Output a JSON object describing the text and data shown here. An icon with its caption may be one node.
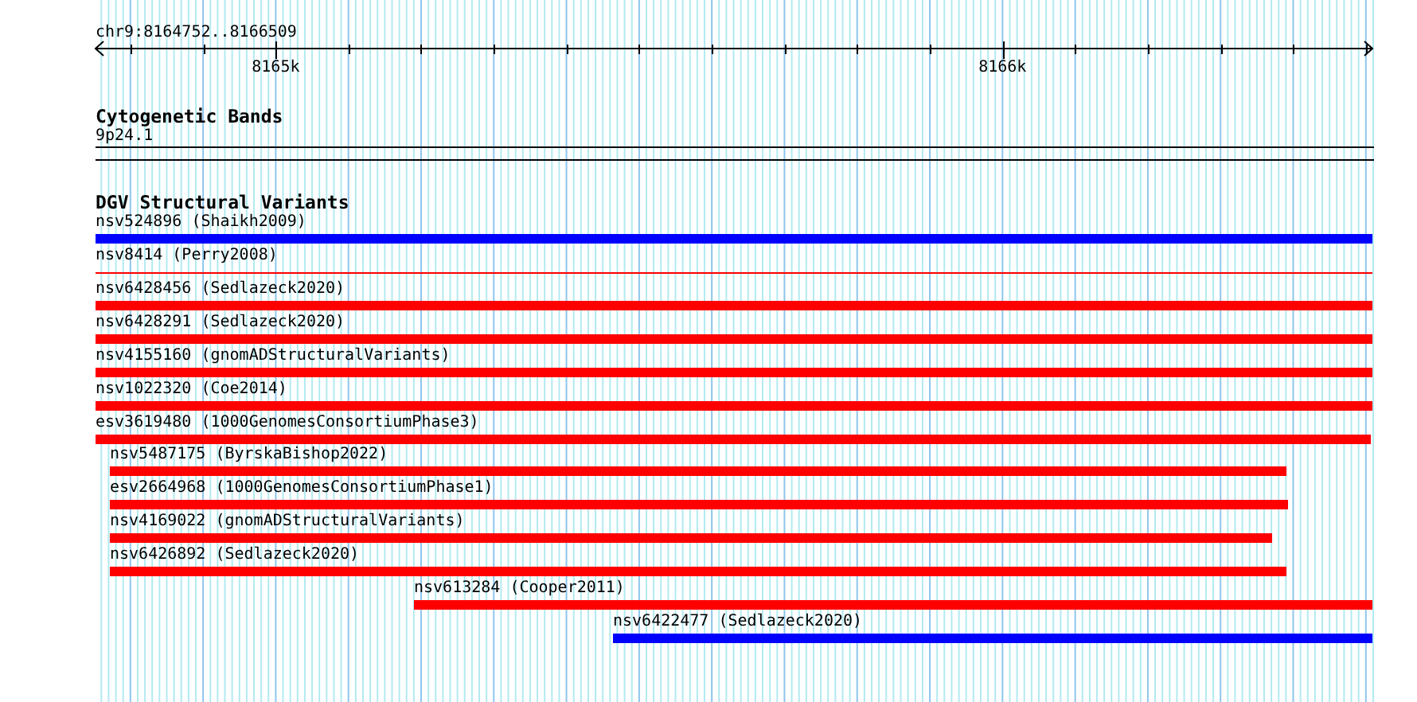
{
  "diagram": {
    "title": "chr9:8164752..8166509",
    "nodes": [
      {
        "text": [
          "Cytogenetic Bands"
        ]
      },
      {
        "text": [
          "9p24.1"
        ],
        "in": 0
      },
      {
        "text": [
          "DGV Structural Variants"
        ]
      },
      {
        "text": [
          "nsv524896 (Shaikh2009)"
        ],
        "in": 2
      },
      {
        "text": [
          "nsv8414 (Perry2008)"
        ],
        "in": 2
      },
      {
        "text": [
          "nsv6428456 (Sedlazeck2020)"
        ],
        "in": 2
      },
      {
        "text": [
          "nsv6428291 (Sedlazeck2020)"
        ],
        "in": 2
      },
      {
        "text": [
          "nsv4155160 (gnomADStructuralVariants)"
        ],
        "in": 2
      },
      {
        "text": [
          "nsv1022320 (Coe2014)"
        ],
        "in": 2
      },
      {
        "text": [
          "esv3619480 (1000GenomesConsortiumPhase3)"
        ],
        "in": 2
      },
      {
        "text": [
          "nsv5487175 (ByrskaBishop2022)"
        ],
        "in": 2
      },
      {
        "text": [
          "esv2664968 (1000GenomesConsortiumPhase1)"
        ],
        "in": 2
      },
      {
        "text": [
          "nsv4169022 (gnomADStructuralVariants)"
        ],
        "in": 2
      },
      {
        "text": [
          "nsv6426892 (Sedlazeck2020)"
        ],
        "in": 2
      },
      {
        "text": [
          "nsv613284 (Cooper2011)"
        ],
        "in": 2
      },
      {
        "text": [
          "nsv6422477 (Sedlazeck2020)"
        ],
        "in": 2
      }
    ],
    "labels": [
      "8165k",
      "8166k"
    ]
  }
}
